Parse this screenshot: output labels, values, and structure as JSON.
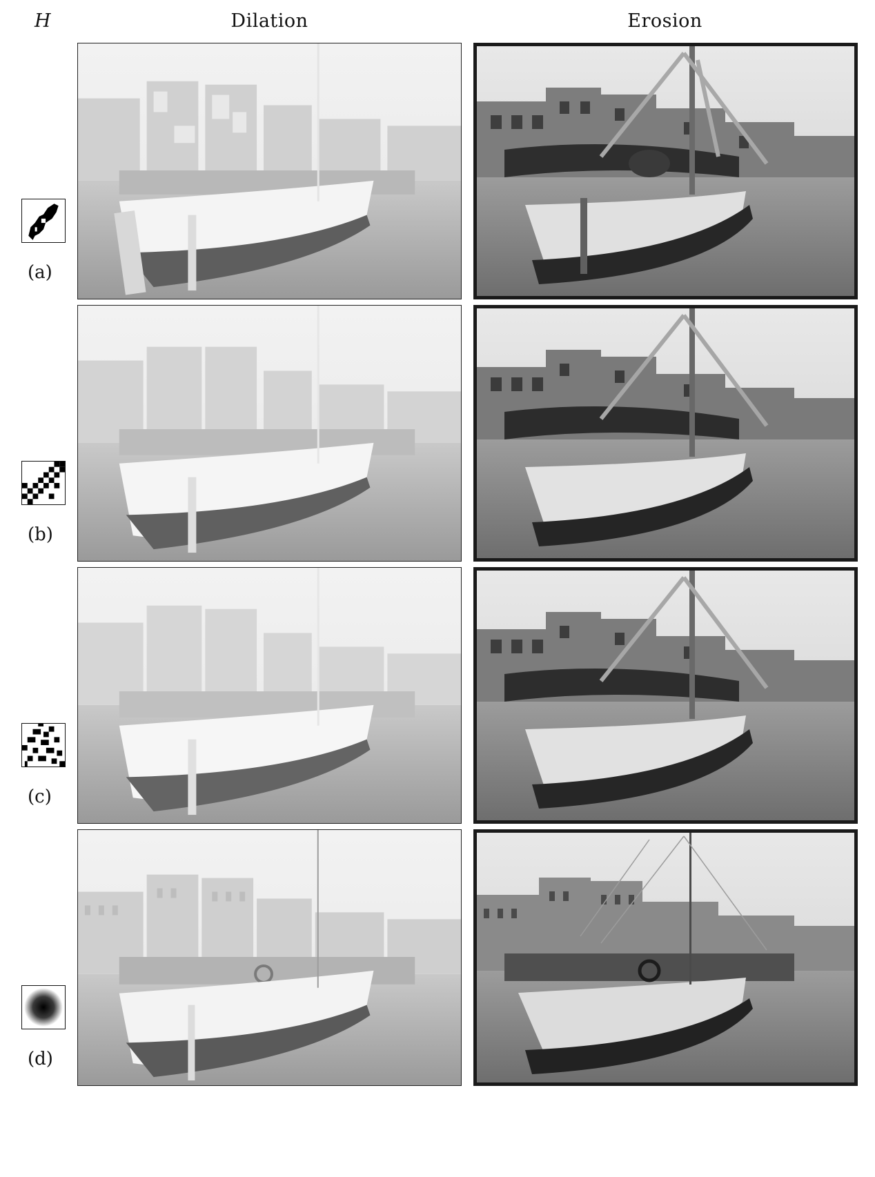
{
  "header": {
    "kernel_col": "H",
    "dilation_col": "Dilation",
    "erosion_col": "Erosion"
  },
  "rows": [
    {
      "label": "(a)",
      "kernel": "flat-irregular-blob"
    },
    {
      "label": "(b)",
      "kernel": "diagonal-checker-pattern"
    },
    {
      "label": "(c)",
      "kernel": "random-noise-pattern"
    },
    {
      "label": "(d)",
      "kernel": "gaussian-disc"
    }
  ],
  "colors": {
    "dilation_tone": "#dcdcdc",
    "erosion_tone": "#8a8a8a"
  }
}
